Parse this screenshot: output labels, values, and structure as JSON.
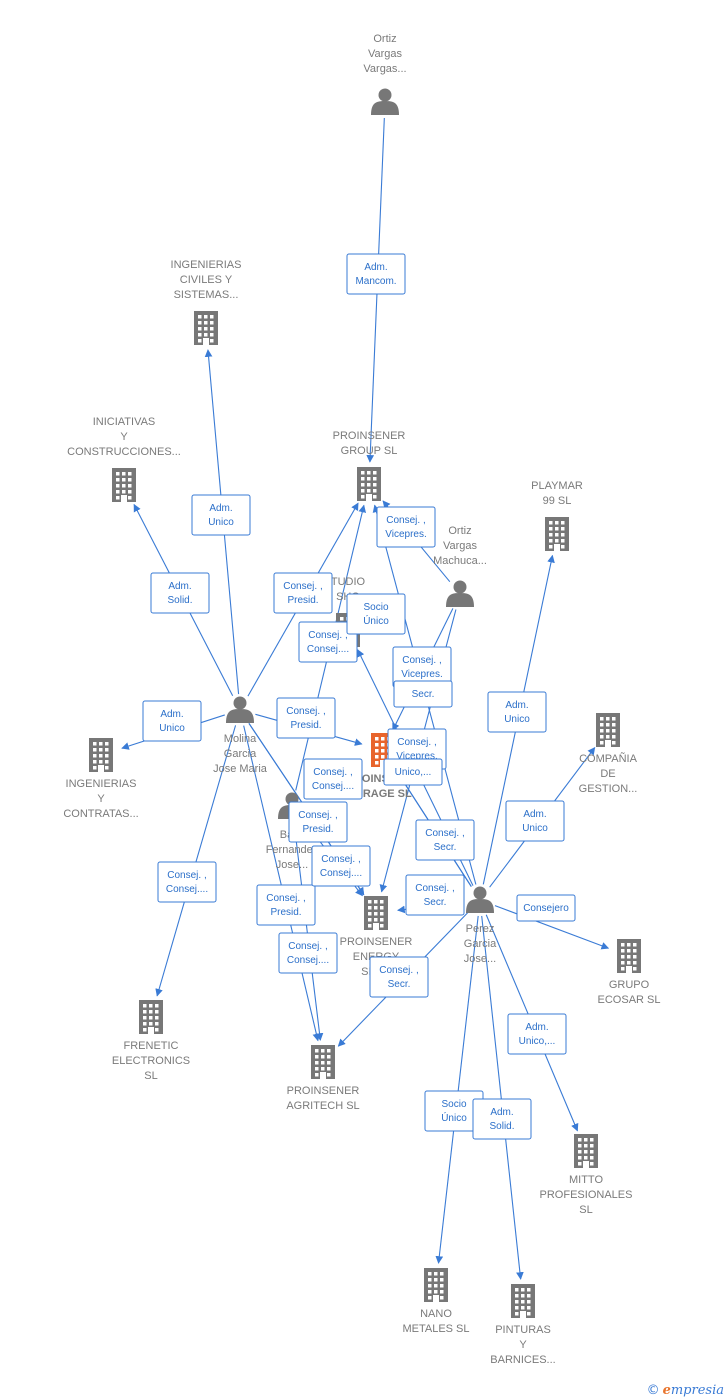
{
  "colors": {
    "edge": "#3a7bd5",
    "icon": "#777777",
    "highlight": "#e8642c"
  },
  "nodes": [
    {
      "id": "ortiz_vv",
      "type": "person",
      "label": [
        "Ortiz",
        "Vargas",
        "Vargas..."
      ]
    },
    {
      "id": "ing_civiles",
      "type": "company",
      "label": [
        "INGENIERIAS",
        "CIVILES Y",
        "SISTEMAS..."
      ]
    },
    {
      "id": "iniciativas",
      "type": "company",
      "label": [
        "INICIATIVAS",
        "Y",
        "CONSTRUCCIONES..."
      ]
    },
    {
      "id": "pro_group",
      "type": "company",
      "label": [
        "PROINSENER",
        "GROUP  SL"
      ]
    },
    {
      "id": "playmar",
      "type": "company",
      "label": [
        "PLAYMAR",
        "99 SL"
      ]
    },
    {
      "id": "ortiz_vm",
      "type": "person",
      "label": [
        "Ortiz",
        "Vargas",
        "Machuca..."
      ]
    },
    {
      "id": "estudio",
      "type": "company",
      "label": [
        "TUDIO",
        "SHO"
      ]
    },
    {
      "id": "molina",
      "type": "person",
      "label": [
        "Molina",
        "Garcia",
        "Jose Maria"
      ]
    },
    {
      "id": "ing_contratas",
      "type": "company",
      "label": [
        "INGENIERIAS",
        "Y",
        "CONTRATAS..."
      ]
    },
    {
      "id": "pro_storage",
      "type": "company",
      "highlight": true,
      "label": [
        "OINSEN",
        "ORAGE  SL"
      ]
    },
    {
      "id": "compania",
      "type": "company",
      "label": [
        "COMPAÑIA",
        "DE",
        "GESTION..."
      ]
    },
    {
      "id": "ballester",
      "type": "person",
      "label": [
        "Balle",
        "Fernandez",
        "Jose..."
      ]
    },
    {
      "id": "pro_energy",
      "type": "company",
      "label": [
        "PROINSENER",
        "ENERGY",
        "SERV"
      ]
    },
    {
      "id": "perez",
      "type": "person",
      "label": [
        "Perez",
        "Garcia",
        "Jose..."
      ]
    },
    {
      "id": "ecosar",
      "type": "company",
      "label": [
        "GRUPO",
        "ECOSAR SL"
      ]
    },
    {
      "id": "frenetic",
      "type": "company",
      "label": [
        "FRENETIC",
        "ELECTRONICS",
        "SL"
      ]
    },
    {
      "id": "agritech",
      "type": "company",
      "label": [
        "PROINSENER",
        "AGRITECH  SL"
      ]
    },
    {
      "id": "mitto",
      "type": "company",
      "label": [
        "MITTO",
        "PROFESIONALES",
        "SL"
      ]
    },
    {
      "id": "nano",
      "type": "company",
      "label": [
        "NANO",
        "METALES  SL"
      ]
    },
    {
      "id": "pinturas",
      "type": "company",
      "label": [
        "PINTURAS",
        "Y",
        "BARNICES..."
      ]
    }
  ],
  "edges": [
    {
      "from": "ortiz_vv",
      "to": "pro_group",
      "label": [
        "Adm.",
        "Mancom."
      ]
    },
    {
      "from": "molina",
      "to": "ing_civiles",
      "label": [
        "Adm.",
        "Unico"
      ]
    },
    {
      "from": "molina",
      "to": "iniciativas",
      "label": [
        "Adm.",
        "Solid."
      ]
    },
    {
      "from": "molina",
      "to": "ing_contratas",
      "label": [
        "Adm.",
        "Unico"
      ]
    },
    {
      "from": "molina",
      "to": "pro_group",
      "label": [
        "Consej. ,",
        "Presid."
      ]
    },
    {
      "from": "molina",
      "to": "pro_storage",
      "label": [
        "Consej. ,",
        "Presid."
      ]
    },
    {
      "from": "molina",
      "to": "frenetic",
      "label": [
        "Consej. ,",
        "Consej...."
      ]
    },
    {
      "from": "molina",
      "to": "pro_energy",
      "label": [
        "Consej. ,",
        "Consej...."
      ]
    },
    {
      "from": "molina",
      "to": "agritech",
      "label": [
        "Consej. ,",
        "Presid."
      ]
    },
    {
      "from": "ortiz_vm",
      "to": "pro_group",
      "label": [
        "Consej. ,",
        "Vicepres."
      ]
    },
    {
      "from": "ortiz_vm",
      "to": "pro_storage",
      "label": [
        "Consej. ,",
        "Vicepres."
      ]
    },
    {
      "from": "ortiz_vm",
      "to": "pro_energy",
      "label": [
        "Consej. ,",
        "Vicepres."
      ]
    },
    {
      "from": "ballester",
      "to": "pro_group",
      "label": [
        "Consej. ,",
        "Consej...."
      ]
    },
    {
      "from": "ballester",
      "to": "pro_energy",
      "label": [
        "Consej. ,",
        "Presid."
      ]
    },
    {
      "from": "ballester",
      "to": "agritech",
      "label": [
        "Consej. ,",
        "Consej...."
      ]
    },
    {
      "from": "perez",
      "to": "estudio",
      "label": [
        "Socio",
        "Único"
      ]
    },
    {
      "from": "perez",
      "to": "pro_group",
      "label": [
        "Secr."
      ]
    },
    {
      "from": "perez",
      "to": "pro_storage",
      "label": [
        "Consej. ,",
        "Secr."
      ]
    },
    {
      "from": "perez",
      "to": "pro_energy",
      "label": [
        "Consej. ,",
        "Secr."
      ]
    },
    {
      "from": "perez",
      "to": "agritech",
      "label": [
        "Consej. ,",
        "Secr."
      ]
    },
    {
      "from": "perez",
      "to": "playmar",
      "label": [
        "Adm.",
        "Unico"
      ]
    },
    {
      "from": "perez",
      "to": "compania",
      "label": [
        "Adm.",
        "Unico"
      ]
    },
    {
      "from": "perez",
      "to": "ecosar",
      "label": [
        "Consejero"
      ]
    },
    {
      "from": "perez",
      "to": "mitto",
      "label": [
        "Adm.",
        "Unico,..."
      ]
    },
    {
      "from": "perez",
      "to": "nano",
      "label": [
        "Socio",
        "Único"
      ]
    },
    {
      "from": "perez",
      "to": "pinturas",
      "label": [
        "Adm.",
        "Solid."
      ]
    },
    {
      "from": "perez",
      "to": "pro_storage",
      "label": [
        "Unico,..."
      ]
    },
    {
      "from": "molina",
      "to": "pro_energy",
      "label": [
        "Consej. ,",
        "Consej...."
      ]
    }
  ],
  "brand": {
    "copyright": "©",
    "first_letter": "e",
    "rest": "mpresia"
  }
}
